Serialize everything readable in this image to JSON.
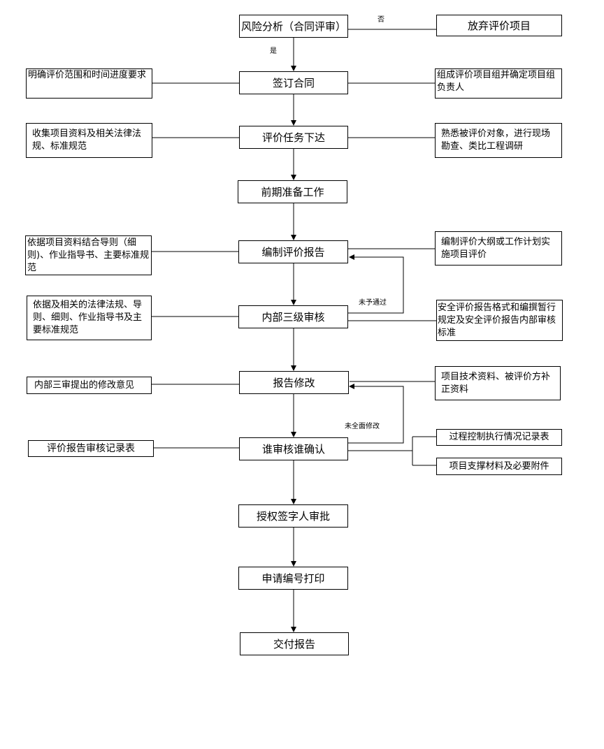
{
  "main_flow": {
    "risk_analysis": "风险分析（合同评审）",
    "sign_contract": "签订合同",
    "task_issue": "评价任务下达",
    "preparation": "前期准备工作",
    "compile_report": "编制评价报告",
    "internal_review": "内部三级审核",
    "report_revision": "报告修改",
    "who_reviews_confirms": "谁审核谁确认",
    "authorized_signatory": "授权签字人审批",
    "apply_number_print": "申请编号打印",
    "deliver_report": "交付报告"
  },
  "side_boxes": {
    "abandon_project": "放弃评价项目",
    "clarify_scope": "明确评价范围和时间进度要求",
    "form_team": "组成评价项目组并确定项目组负责人",
    "collect_materials": "收集项目资料及相关法律法规、标准规范",
    "familiarize_object": "熟悉被评价对象，进行现场勘查、类比工程调研",
    "basis_guidelines": "依据项目资料结合导则（细则)、作业指导书、主要标准规范",
    "outline_plan": "编制评价大纲或工作计划实施项目评价",
    "basis_laws": "依据及相关的法律法规、导则、细则、作业指导书及主要标准规范",
    "report_format_rules": "安全评价报告格式和编撰暂行规定及安全评价报告内部审核标准",
    "review_opinions": "内部三审提出的修改意见",
    "technical_materials": "项目技术资料、被评价方补正资料",
    "review_record_form": "评价报告审核记录表",
    "process_control_record": "过程控制执行情况记录表",
    "support_materials": "项目支撑材料及必要附件"
  },
  "edge_labels": {
    "no": "否",
    "yes": "是",
    "not_passed": "未予通过",
    "not_fully_revised": "未全面修改"
  }
}
